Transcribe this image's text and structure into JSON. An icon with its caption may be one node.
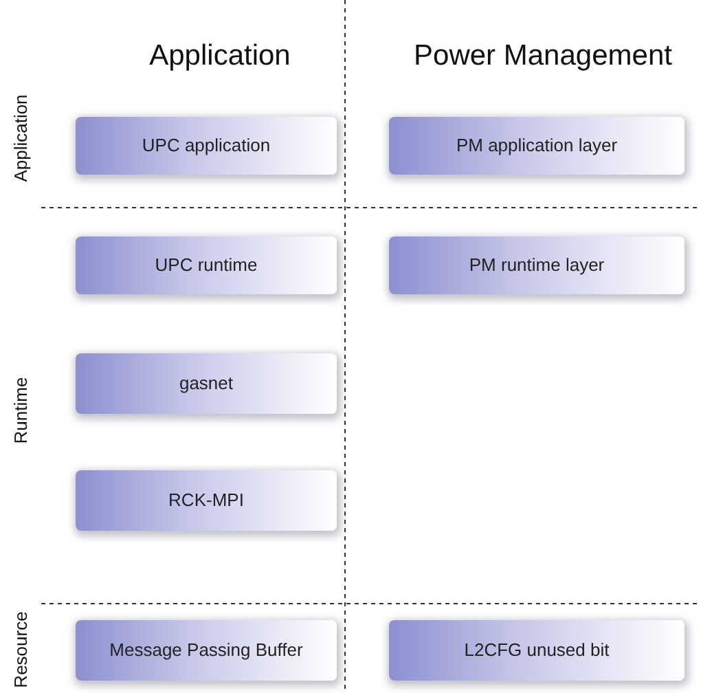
{
  "diagram": {
    "nodes": [
      {
        "text": [
          "UPC application"
        ]
      },
      {
        "text": [
          "PM application layer"
        ]
      },
      {
        "text": [
          "UPC runtime"
        ]
      },
      {
        "text": [
          "PM runtime layer"
        ]
      },
      {
        "text": [
          "gasnet"
        ]
      },
      {
        "text": [
          "RCK-MPI"
        ]
      },
      {
        "text": [
          "Message Passing Buffer"
        ]
      },
      {
        "text": [
          "L2CFG unused bit"
        ]
      }
    ],
    "labels": [
      "Application",
      "Power Management",
      "Application",
      "Runtime",
      "Resource"
    ]
  }
}
